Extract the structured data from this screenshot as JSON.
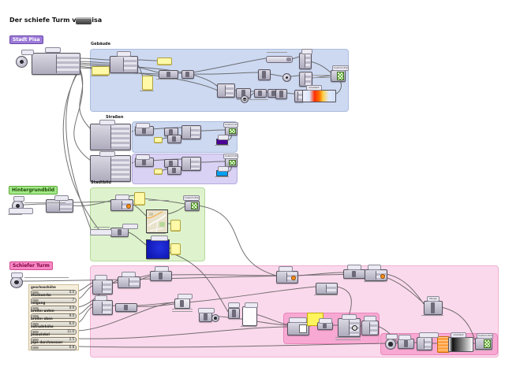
{
  "title": "Der schiefe Turm von Pisa",
  "groups": {
    "stadt_pisa": {
      "label": "Stadt Pisa"
    },
    "gebaeude": {
      "label": "Gebäude"
    },
    "strassen": {
      "label": "Straßen"
    },
    "hintergrundbild": {
      "label": "Hintergrundbild"
    },
    "stadtbild": {
      "label": "Stadtbild"
    },
    "schiefer_turm": {
      "label": "Schiefer Turm"
    }
  },
  "component_labels": {
    "custom_preview": "Custom Preview",
    "gradient": "Gradient",
    "merge": "Merge"
  },
  "sliders": [
    {
      "label": "geschosshöhe",
      "value": "4.0"
    },
    {
      "label": "stockwerke",
      "value": "7"
    },
    {
      "label": "neigung",
      "value": "4.0"
    },
    {
      "label": "breite: unten",
      "value": "9.0"
    },
    {
      "label": "breite: oben",
      "value": "6.0"
    },
    {
      "label": "extrudehöhe",
      "value": "11.0"
    },
    {
      "label": "pisawinkel",
      "value": "2.5"
    },
    {
      "label": "pipe durchmesser",
      "value": "0.8"
    }
  ],
  "colors": {
    "street_swatch_1": "#4b0096",
    "street_swatch_2": "#00a0f0",
    "building_gradient_stops": [
      "#eef2fc",
      "#ff2d00",
      "#ff7a00",
      "#ffd24a",
      "#cfdffa"
    ],
    "tower_gradient_stops": [
      "#101010",
      "#ffffff"
    ],
    "group_blue": "#cdd9f1",
    "group_lavender": "#d9d2f4",
    "group_green": "#def3cd",
    "group_pink": "#fbd9ec"
  }
}
